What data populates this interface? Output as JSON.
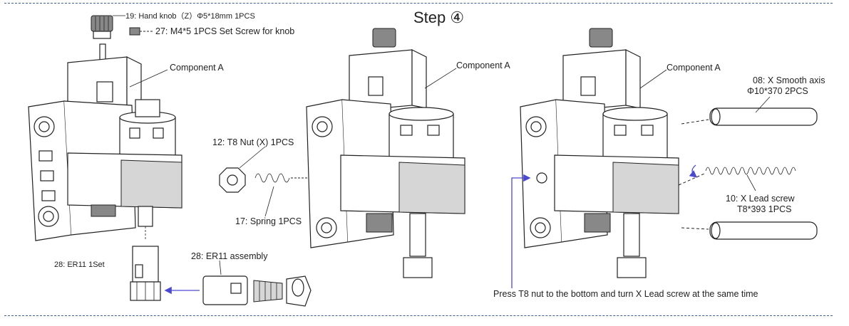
{
  "step": {
    "title": "Step",
    "number": "④"
  },
  "labels": {
    "hand_knob": "19: Hand knob（Z）Φ5*18mm 1PCS",
    "set_screw": "27: M4*5 1PCS  Set Screw for knob",
    "component_a_1": "Component A",
    "component_a_2": "Component A",
    "component_a_3": "Component A",
    "t8_nut": "12: T8 Nut (X)  1PCS",
    "spring": "17: Spring 1PCS",
    "er11_1set": "28: ER11 1Set",
    "er11_assembly": "28: ER11 assembly",
    "smooth_axis_1": "08: X Smooth axis",
    "smooth_axis_2": "Φ10*370 2PCS",
    "lead_screw_1": "10: X Lead screw",
    "lead_screw_2": "T8*393 1PCS",
    "instruction": "Press T8 nut to the bottom and turn X Lead screw at the same time"
  },
  "colors": {
    "divider": "#3d5f8c",
    "arrow": "#4a4ad0"
  }
}
